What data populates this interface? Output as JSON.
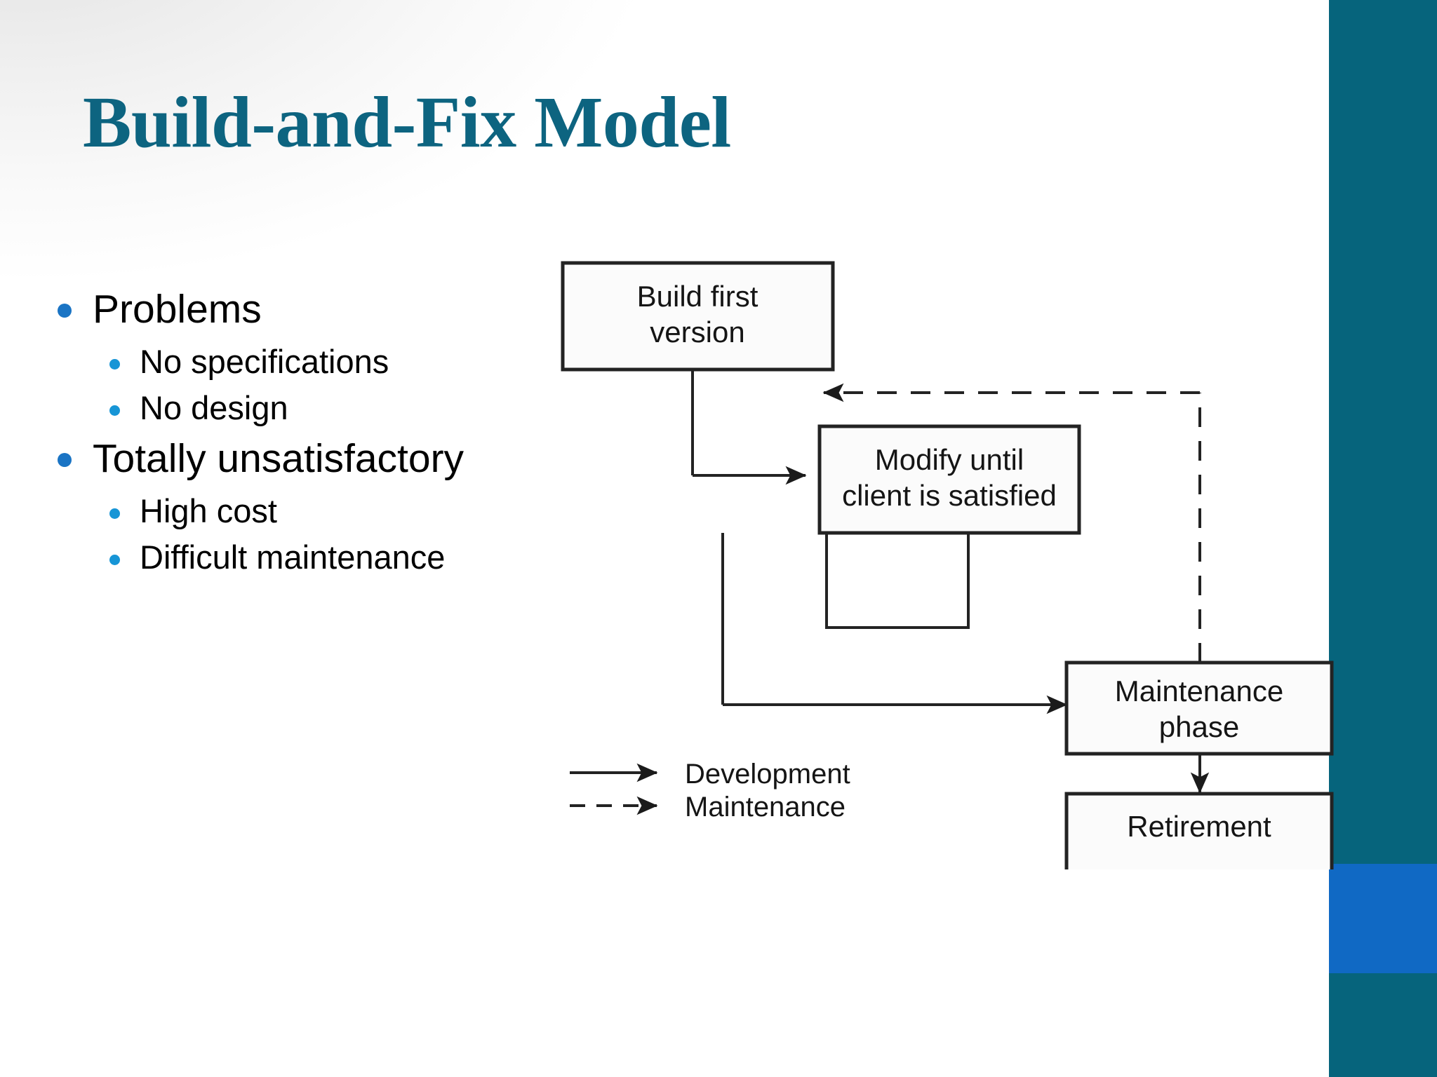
{
  "slide": {
    "title": "Build-and-Fix Model",
    "title_color": "#0D6480",
    "band_color": "#06647C",
    "band_accent_color": "#1069C4",
    "bullet_level1_color": "#1A74C4",
    "bullet_level2_color": "#1795D6"
  },
  "bullets": [
    {
      "level": 1,
      "text": "Problems"
    },
    {
      "level": 2,
      "text": "No specifications"
    },
    {
      "level": 2,
      "text": "No design"
    },
    {
      "level": 1,
      "text": "Totally unsatisfactory"
    },
    {
      "level": 2,
      "text": "High cost"
    },
    {
      "level": 2,
      "text": "Difficult maintenance"
    }
  ],
  "diagram": {
    "boxes": [
      {
        "id": "build",
        "line1": "Build first",
        "line2": "version"
      },
      {
        "id": "modify",
        "line1": "Modify until",
        "line2": "client is satisfied"
      },
      {
        "id": "maintenance",
        "line1": "Maintenance",
        "line2": "phase"
      },
      {
        "id": "retirement",
        "line1": "Retirement",
        "line2": ""
      }
    ],
    "legend": [
      {
        "style": "solid",
        "label": "Development"
      },
      {
        "style": "dashed",
        "label": "Maintenance"
      }
    ]
  }
}
